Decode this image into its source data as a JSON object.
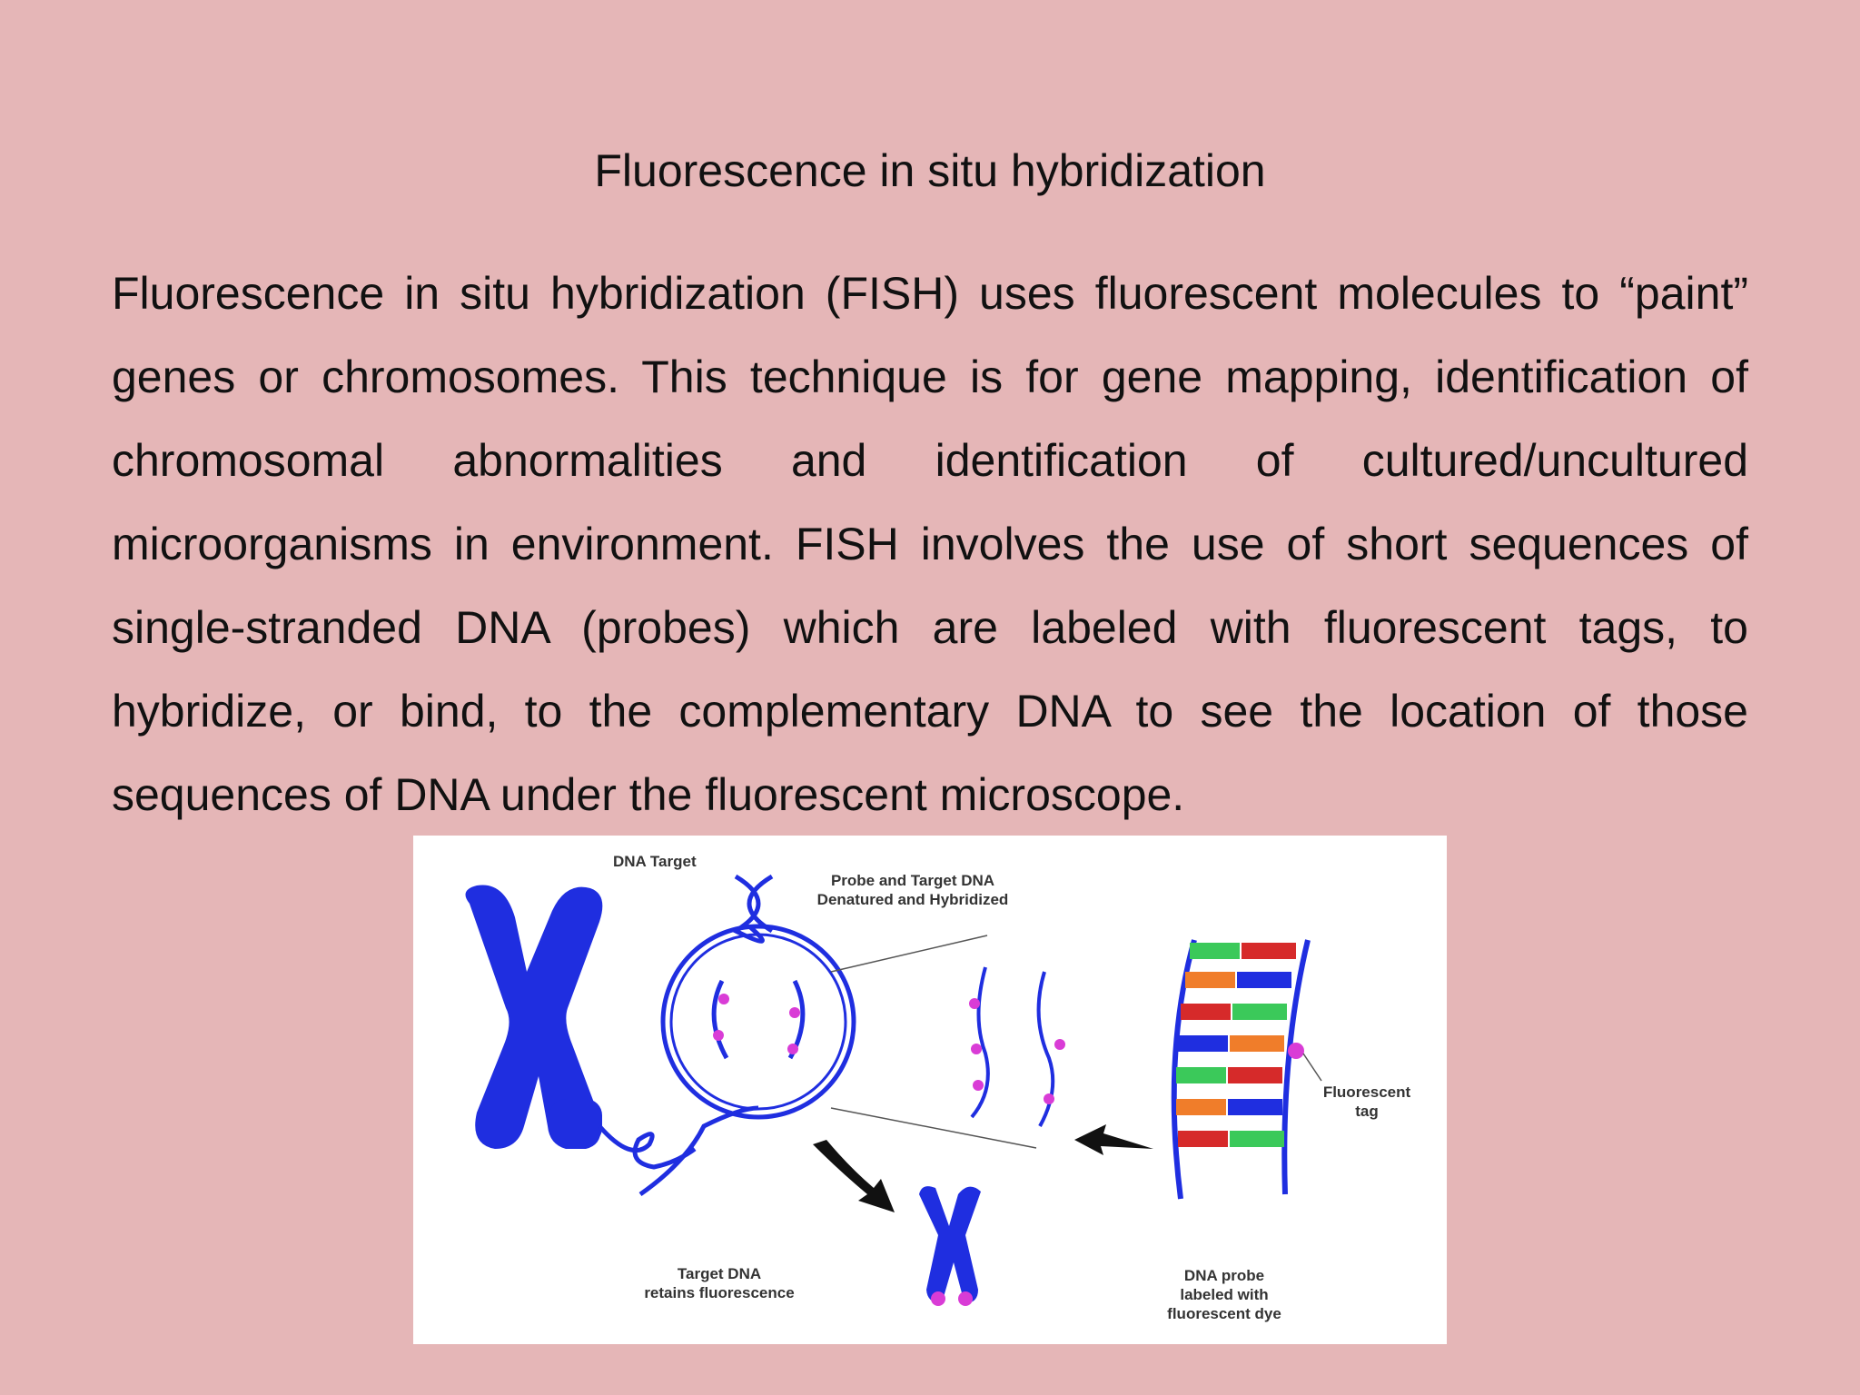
{
  "slide": {
    "title": "Fluorescence in situ hybridization",
    "paragraph": "Fluorescence in situ hybridization (FISH) uses fluorescent molecules to “paint” genes or chromosomes. This technique is for gene mapping, identification of chromosomal abnormalities and identification of cultured/uncultured microorganisms in environment. FISH involves the use of short sequences of single-stranded DNA (probes) which are labeled with fluorescent tags, to hybridize, or bind, to the complementary DNA to see the location of those sequences of DNA under the fluorescent microscope."
  },
  "figure": {
    "labels": {
      "dna_target": "DNA Target",
      "probe_target_1": "Probe and Target DNA",
      "probe_target_2": "Denatured and Hybridized",
      "fluorescent_tag_1": "Fluorescent",
      "fluorescent_tag_2": "tag",
      "target_retains_1": "Target DNA",
      "target_retains_2": "retains fluorescence",
      "probe_labeled_1": "DNA probe",
      "probe_labeled_2": "labeled with",
      "probe_labeled_3": "fluorescent dye"
    },
    "colors": {
      "chromosome": "#1f2ee0",
      "tag": "#d93cd6",
      "background": "#e5b6b7"
    }
  }
}
